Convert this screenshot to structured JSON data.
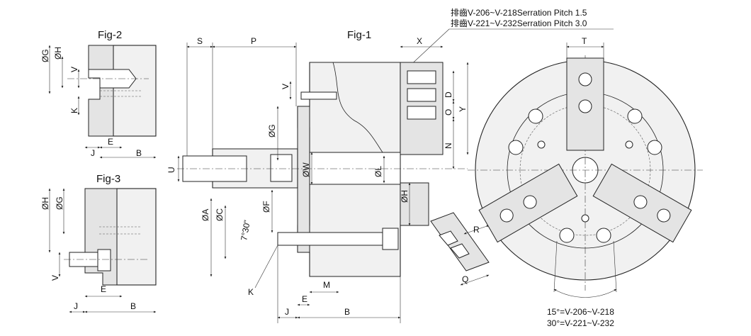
{
  "figures": {
    "fig1": "Fig-1",
    "fig2": "Fig-2",
    "fig3": "Fig-3"
  },
  "notes": {
    "serration_1": "排齒V-206~V-218Serration Pitch 1.5",
    "serration_2": "排齒V-221~V-232Serration Pitch 3.0",
    "angle_1": "15°=V-206~V-218",
    "angle_2": "30°=V-221~V-232",
    "taper_angle": "7°30\""
  },
  "labels": {
    "S": "S",
    "P": "P",
    "X": "X",
    "T": "T",
    "V": "V",
    "D": "D",
    "O": "O",
    "Y": "Y",
    "N": "N",
    "G": "ØG",
    "H": "ØH",
    "W": "ØW",
    "L": "ØL",
    "U": "U",
    "F": "ØF",
    "A": "ØA",
    "C": "ØC",
    "K": "K",
    "J": "J",
    "E": "E",
    "B": "B",
    "M": "M",
    "R": "R",
    "Q": "Q"
  }
}
